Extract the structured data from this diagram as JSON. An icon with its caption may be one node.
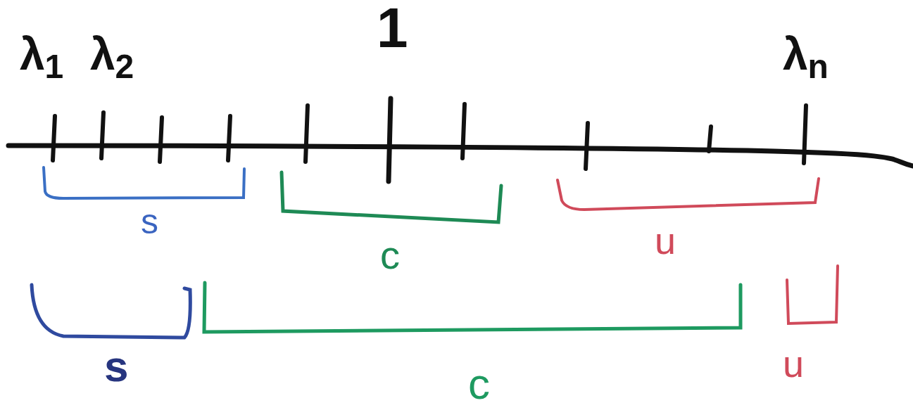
{
  "diagram": {
    "labels": [
      "λ$_{1}$",
      "λ$_{2}$",
      "1",
      "λ$_{n}$",
      "s",
      "c",
      "u",
      "s",
      "c",
      "u"
    ]
  }
}
